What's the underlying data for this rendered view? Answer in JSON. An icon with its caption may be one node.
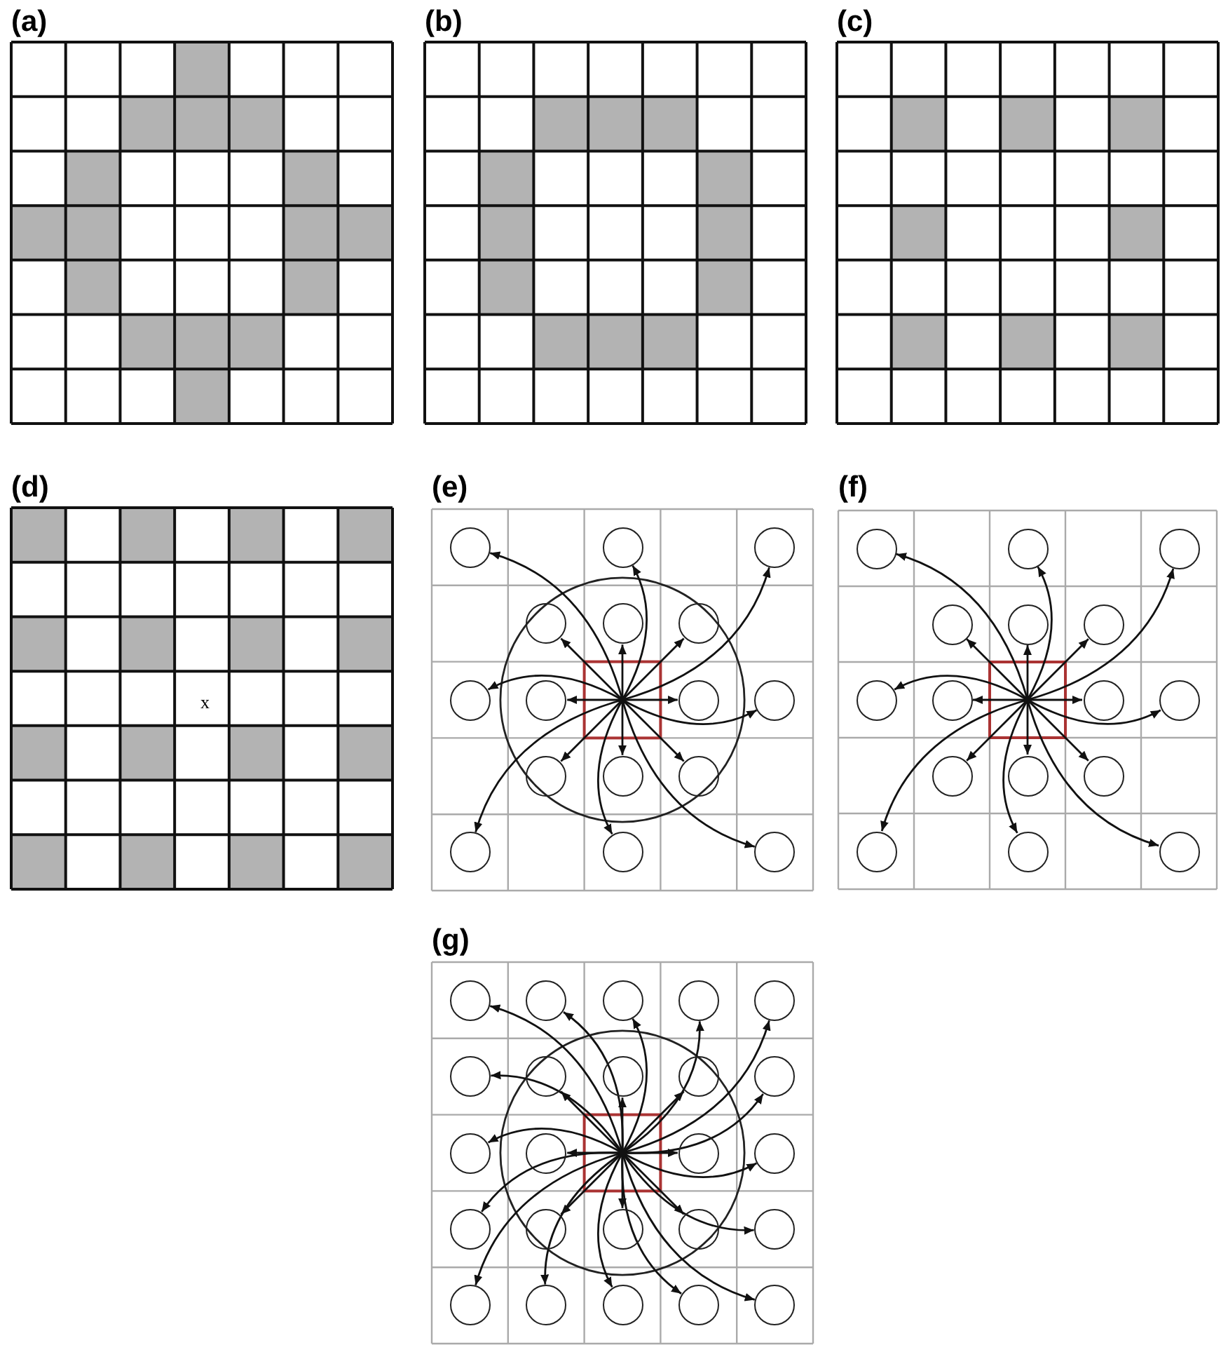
{
  "diagram": {
    "nodes": [
      {
        "text": [],
        "shape": "circle"
      },
      {
        "text": [],
        "shape": "circle"
      },
      {
        "text": [],
        "shape": "circle"
      },
      {
        "text": [],
        "shape": "circle"
      },
      {
        "text": [],
        "shape": "circle"
      },
      {
        "text": [],
        "shape": "circle"
      },
      {
        "text": [],
        "shape": "circle"
      },
      {
        "text": [],
        "shape": "circle"
      },
      {
        "text": [],
        "shape": "circle"
      },
      {
        "text": [],
        "shape": "circle"
      },
      {
        "text": [],
        "shape": "circle"
      },
      {
        "text": [],
        "shape": "circle"
      },
      {
        "text": [],
        "shape": "circle"
      },
      {
        "text": [],
        "shape": "circle"
      },
      {
        "text": [],
        "shape": "circle"
      },
      {
        "text": [],
        "shape": "circle"
      },
      {
        "text": [],
        "shape": "circle"
      },
      {
        "text": [],
        "shape": "circle"
      },
      {
        "text": [],
        "shape": "circle"
      },
      {
        "text": [],
        "shape": "circle"
      },
      {
        "text": [],
        "shape": "circle"
      },
      {
        "text": [],
        "shape": "circle"
      },
      {
        "text": [],
        "shape": "circle"
      },
      {
        "text": [],
        "shape": "circle"
      },
      {
        "text": [],
        "shape": "circle"
      },
      {
        "text": [],
        "shape": "circle"
      },
      {
        "text": [],
        "shape": "circle"
      },
      {
        "text": [],
        "shape": "circle"
      },
      {
        "text": [],
        "shape": "circle"
      },
      {
        "text": [],
        "shape": "circle"
      },
      {
        "text": [],
        "shape": "circle"
      },
      {
        "text": [],
        "shape": "circle"
      },
      {
        "text": [],
        "shape": "circle"
      },
      {
        "text": [],
        "shape": "circle"
      },
      {
        "text": [],
        "shape": "circle"
      },
      {
        "text": [],
        "shape": "circle"
      },
      {
        "text": [],
        "shape": "circle"
      },
      {
        "text": [],
        "shape": "circle"
      },
      {
        "text": [],
        "shape": "circle"
      },
      {
        "text": [],
        "shape": "circle"
      },
      {
        "text": [],
        "shape": "circle"
      },
      {
        "text": [],
        "shape": "circle"
      },
      {
        "text": [],
        "shape": "circle"
      },
      {
        "text": [],
        "shape": "circle"
      },
      {
        "text": [],
        "shape": "circle"
      },
      {
        "text": [],
        "shape": "circle"
      },
      {
        "text": [],
        "shape": "circle"
      },
      {
        "text": [],
        "shape": "circle"
      },
      {
        "text": [],
        "shape": "circle"
      },
      {
        "text": [],
        "shape": "circle"
      },
      {
        "text": [],
        "shape": "circle"
      },
      {
        "text": [],
        "shape": "circle"
      },
      {
        "text": [],
        "shape": "circle"
      },
      {
        "text": [],
        "shape": "circle"
      },
      {
        "text": [],
        "shape": "circle"
      },
      {
        "text": [],
        "shape": "circle"
      }
    ],
    "edges": [
      {
        "from": null,
        "to": 0,
        "arrow": "to"
      },
      {
        "from": null,
        "to": 1,
        "arrow": "to"
      },
      {
        "from": null,
        "to": 2,
        "arrow": "to"
      },
      {
        "from": null,
        "to": 3,
        "arrow": "to"
      },
      {
        "from": null,
        "to": 4,
        "arrow": "to"
      },
      {
        "from": null,
        "to": 5,
        "arrow": "to"
      },
      {
        "from": null,
        "to": 6,
        "arrow": "to"
      },
      {
        "from": null,
        "to": 7,
        "arrow": "to"
      },
      {
        "from": null,
        "to": 8,
        "arrow": "to"
      },
      {
        "from": null,
        "to": 9,
        "arrow": "to"
      },
      {
        "from": null,
        "to": 10,
        "arrow": "to"
      },
      {
        "from": null,
        "to": 11,
        "arrow": "to"
      },
      {
        "from": null,
        "to": 12,
        "arrow": "to"
      },
      {
        "from": null,
        "to": 13,
        "arrow": "to"
      },
      {
        "from": null,
        "to": 14,
        "arrow": "to"
      },
      {
        "from": null,
        "to": 15,
        "arrow": "to"
      },
      {
        "from": null,
        "to": 16,
        "arrow": "to"
      },
      {
        "from": null,
        "to": 17,
        "arrow": "to"
      },
      {
        "from": null,
        "to": 18,
        "arrow": "to"
      },
      {
        "from": null,
        "to": 19,
        "arrow": "to"
      },
      {
        "from": null,
        "to": 20,
        "arrow": "to"
      },
      {
        "from": null,
        "to": 21,
        "arrow": "to"
      },
      {
        "from": null,
        "to": 22,
        "arrow": "to"
      },
      {
        "from": null,
        "to": 23,
        "arrow": "to"
      },
      {
        "from": null,
        "to": 24,
        "arrow": "to"
      },
      {
        "from": null,
        "to": 25,
        "arrow": "to"
      },
      {
        "from": null,
        "to": 26,
        "arrow": "to"
      },
      {
        "from": null,
        "to": 27,
        "arrow": "to"
      },
      {
        "from": null,
        "to": 28,
        "arrow": "to"
      },
      {
        "from": null,
        "to": 29,
        "arrow": "to"
      },
      {
        "from": null,
        "to": 30,
        "arrow": "to"
      },
      {
        "from": null,
        "to": 31,
        "arrow": "to"
      },
      {
        "from": null,
        "to": 32,
        "arrow": "to"
      },
      {
        "from": null,
        "to": 33,
        "arrow": "to"
      },
      {
        "from": null,
        "to": 34,
        "arrow": "to"
      },
      {
        "from": null,
        "to": 35,
        "arrow": "to"
      },
      {
        "from": null,
        "to": 36,
        "arrow": "to"
      },
      {
        "from": null,
        "to": 37,
        "arrow": "to"
      },
      {
        "from": null,
        "to": 38,
        "arrow": "to"
      },
      {
        "from": null,
        "to": 39,
        "arrow": "to"
      },
      {
        "from": null,
        "to": 40,
        "arrow": "to"
      },
      {
        "from": null,
        "to": 41,
        "arrow": "to"
      },
      {
        "from": null,
        "to": 42,
        "arrow": "to"
      },
      {
        "from": null,
        "to": 43,
        "arrow": "to"
      },
      {
        "from": null,
        "to": 44,
        "arrow": "to"
      },
      {
        "from": null,
        "to": 45,
        "arrow": "to"
      },
      {
        "from": null,
        "to": 46,
        "arrow": "to"
      },
      {
        "from": null,
        "to": 47,
        "arrow": "to"
      },
      {
        "from": null,
        "to": 48,
        "arrow": "to"
      },
      {
        "from": null,
        "to": 49,
        "arrow": "to"
      },
      {
        "from": null,
        "to": 50,
        "arrow": "to"
      },
      {
        "from": null,
        "to": 51,
        "arrow": "to"
      },
      {
        "from": null,
        "to": 52,
        "arrow": "to"
      },
      {
        "from": null,
        "to": 53,
        "arrow": "to"
      },
      {
        "from": null,
        "to": 54,
        "arrow": "to"
      },
      {
        "from": null,
        "to": 55,
        "arrow": "to"
      }
    ],
    "labels": [
      "(a)",
      "(b)",
      "(c)",
      "(d)",
      "(e)",
      "(f)",
      "x",
      "(g)"
    ]
  }
}
